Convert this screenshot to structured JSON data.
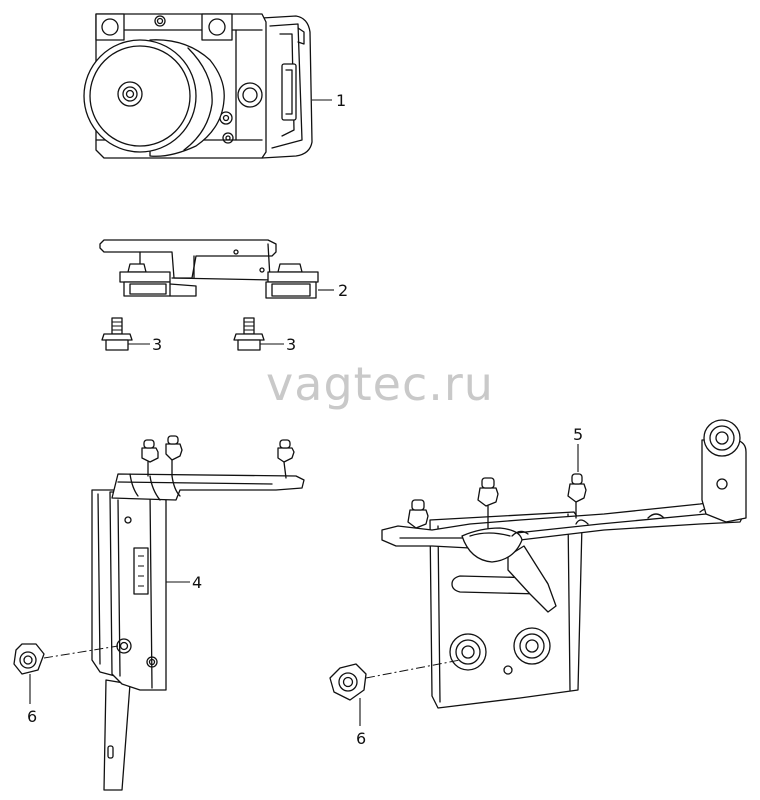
{
  "watermark": "vagtec.ru",
  "callouts": {
    "abs_unit": "1",
    "upper_bracket": "2",
    "bolt_left": "3",
    "bolt_right": "3",
    "mount_bracket_left": "4",
    "stud_bolt": "5",
    "nut_left": "6",
    "nut_right": "6"
  },
  "colors": {
    "line": "#111111",
    "watermark": "#c9c9c9",
    "background": "#ffffff"
  }
}
